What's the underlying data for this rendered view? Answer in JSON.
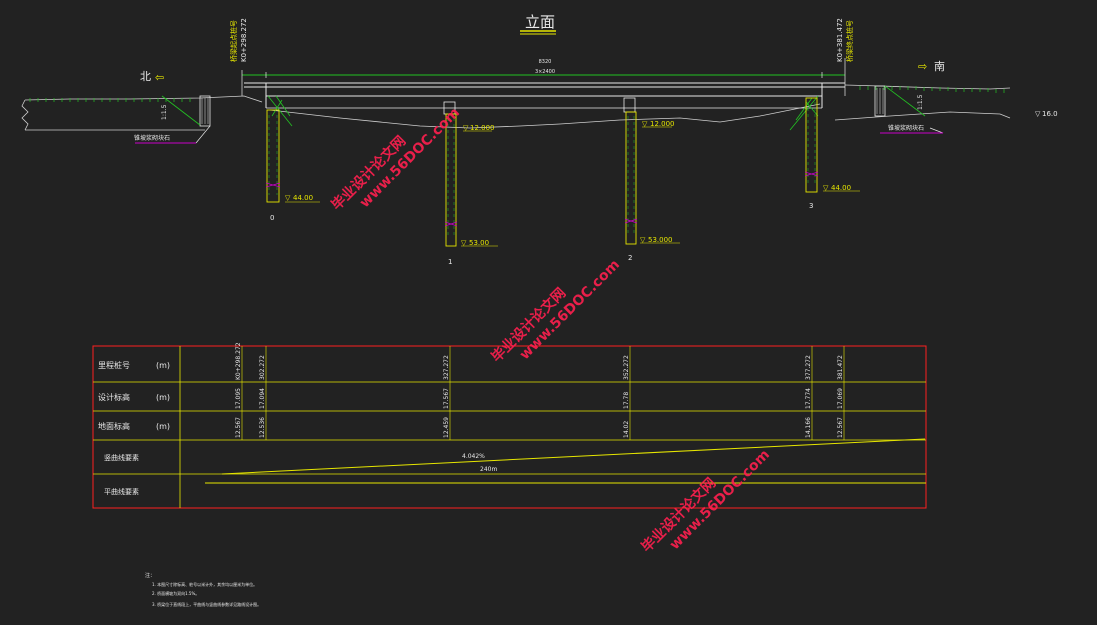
{
  "title": "立面",
  "labels": {
    "north": "北",
    "south": "南",
    "left_station_top": "桥梁起点桩号",
    "left_station": "K0+298.272",
    "right_station_top": "K0+381.472",
    "right_station_bottom": "桥梁终点桩号",
    "slope_left": "1:1.5",
    "slope_right": "1:1.5",
    "revetment_left": "锥坡浆砌块石",
    "revetment_right": "锥坡浆砌块石",
    "water_level": "16.0",
    "top_dim_total": "8320",
    "top_dim_span": "3×2400"
  },
  "piers": [
    {
      "id": "0#",
      "label": "0",
      "pile_tip": "44.00"
    },
    {
      "id": "1#",
      "label": "1",
      "pile_tip": "53.00",
      "water": "12.000"
    },
    {
      "id": "2#",
      "label": "2",
      "pile_tip": "53.000",
      "water": "12.000"
    },
    {
      "id": "3#",
      "label": "3",
      "pile_tip": "44.00"
    }
  ],
  "table": {
    "rows": [
      {
        "label": "里程桩号",
        "unit": "(m)"
      },
      {
        "label": "设计标高",
        "unit": "(m)"
      },
      {
        "label": "地面标高",
        "unit": "(m)"
      },
      {
        "label": "竖曲线要素",
        "unit": ""
      },
      {
        "label": "平曲线要素",
        "unit": ""
      }
    ],
    "stations": [
      "K0+298.272",
      "302.272",
      "327.272",
      "352.272",
      "377.272",
      "381.472"
    ],
    "design_elev": [
      "17.095",
      "17.094",
      "17.567",
      "17.78",
      "17.774",
      "17.069"
    ],
    "ground_elev": [
      "12.567",
      "12.536",
      "12.459",
      "14.02",
      "14.166",
      "12.567"
    ],
    "vertical_grade": "4.042%",
    "vertical_length": "240m"
  },
  "notes": {
    "heading": "注：",
    "lines": [
      "1. 本图尺寸除标高、桩号以米计外，其余均以厘米为单位。",
      "2. 桥面横坡为双向1.5%。",
      "3. 桥梁位于直线段上，平曲线与竖曲线参数详见路线设计图。"
    ]
  },
  "watermarks": [
    {
      "line1": "毕业设计论文网",
      "line2": "www.56DOC.com"
    },
    {
      "line1": "毕业设计论文网",
      "line2": "www.56DOC.com"
    },
    {
      "line1": "毕业设计论文网",
      "line2": "www.56DOC.com"
    }
  ]
}
